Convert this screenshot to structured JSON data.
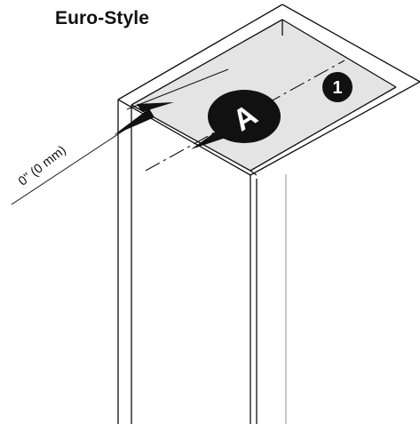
{
  "title": "Euro-Style",
  "dimension": {
    "label": "0\" (0 mm)"
  },
  "callouts": {
    "part_letter": "A",
    "step_number": "1"
  },
  "colors": {
    "top_surface": "#e4e4e4",
    "ink": "#111111",
    "background": "#ffffff"
  }
}
